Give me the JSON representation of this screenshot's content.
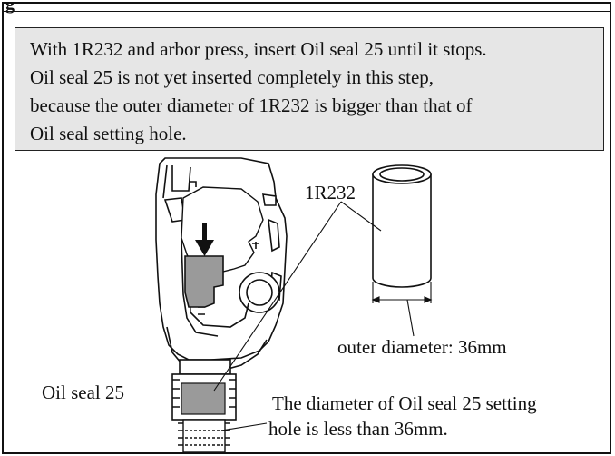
{
  "figure": {
    "label": "g"
  },
  "note": {
    "lines": [
      "With 1R232 and arbor press, insert Oil seal 25 until it stops.",
      "Oil seal 25 is not yet inserted completely in this step,",
      "because the outer diameter of 1R232 is bigger than that of",
      "Oil seal setting hole."
    ]
  },
  "callouts": {
    "tool_name": "1R232",
    "outer_diameter": "outer diameter: 36mm",
    "oil_seal": "Oil seal 25",
    "setting_hole_line1": "The diameter of Oil seal 25 setting",
    "setting_hole_line2": "hole is less than 36mm."
  }
}
